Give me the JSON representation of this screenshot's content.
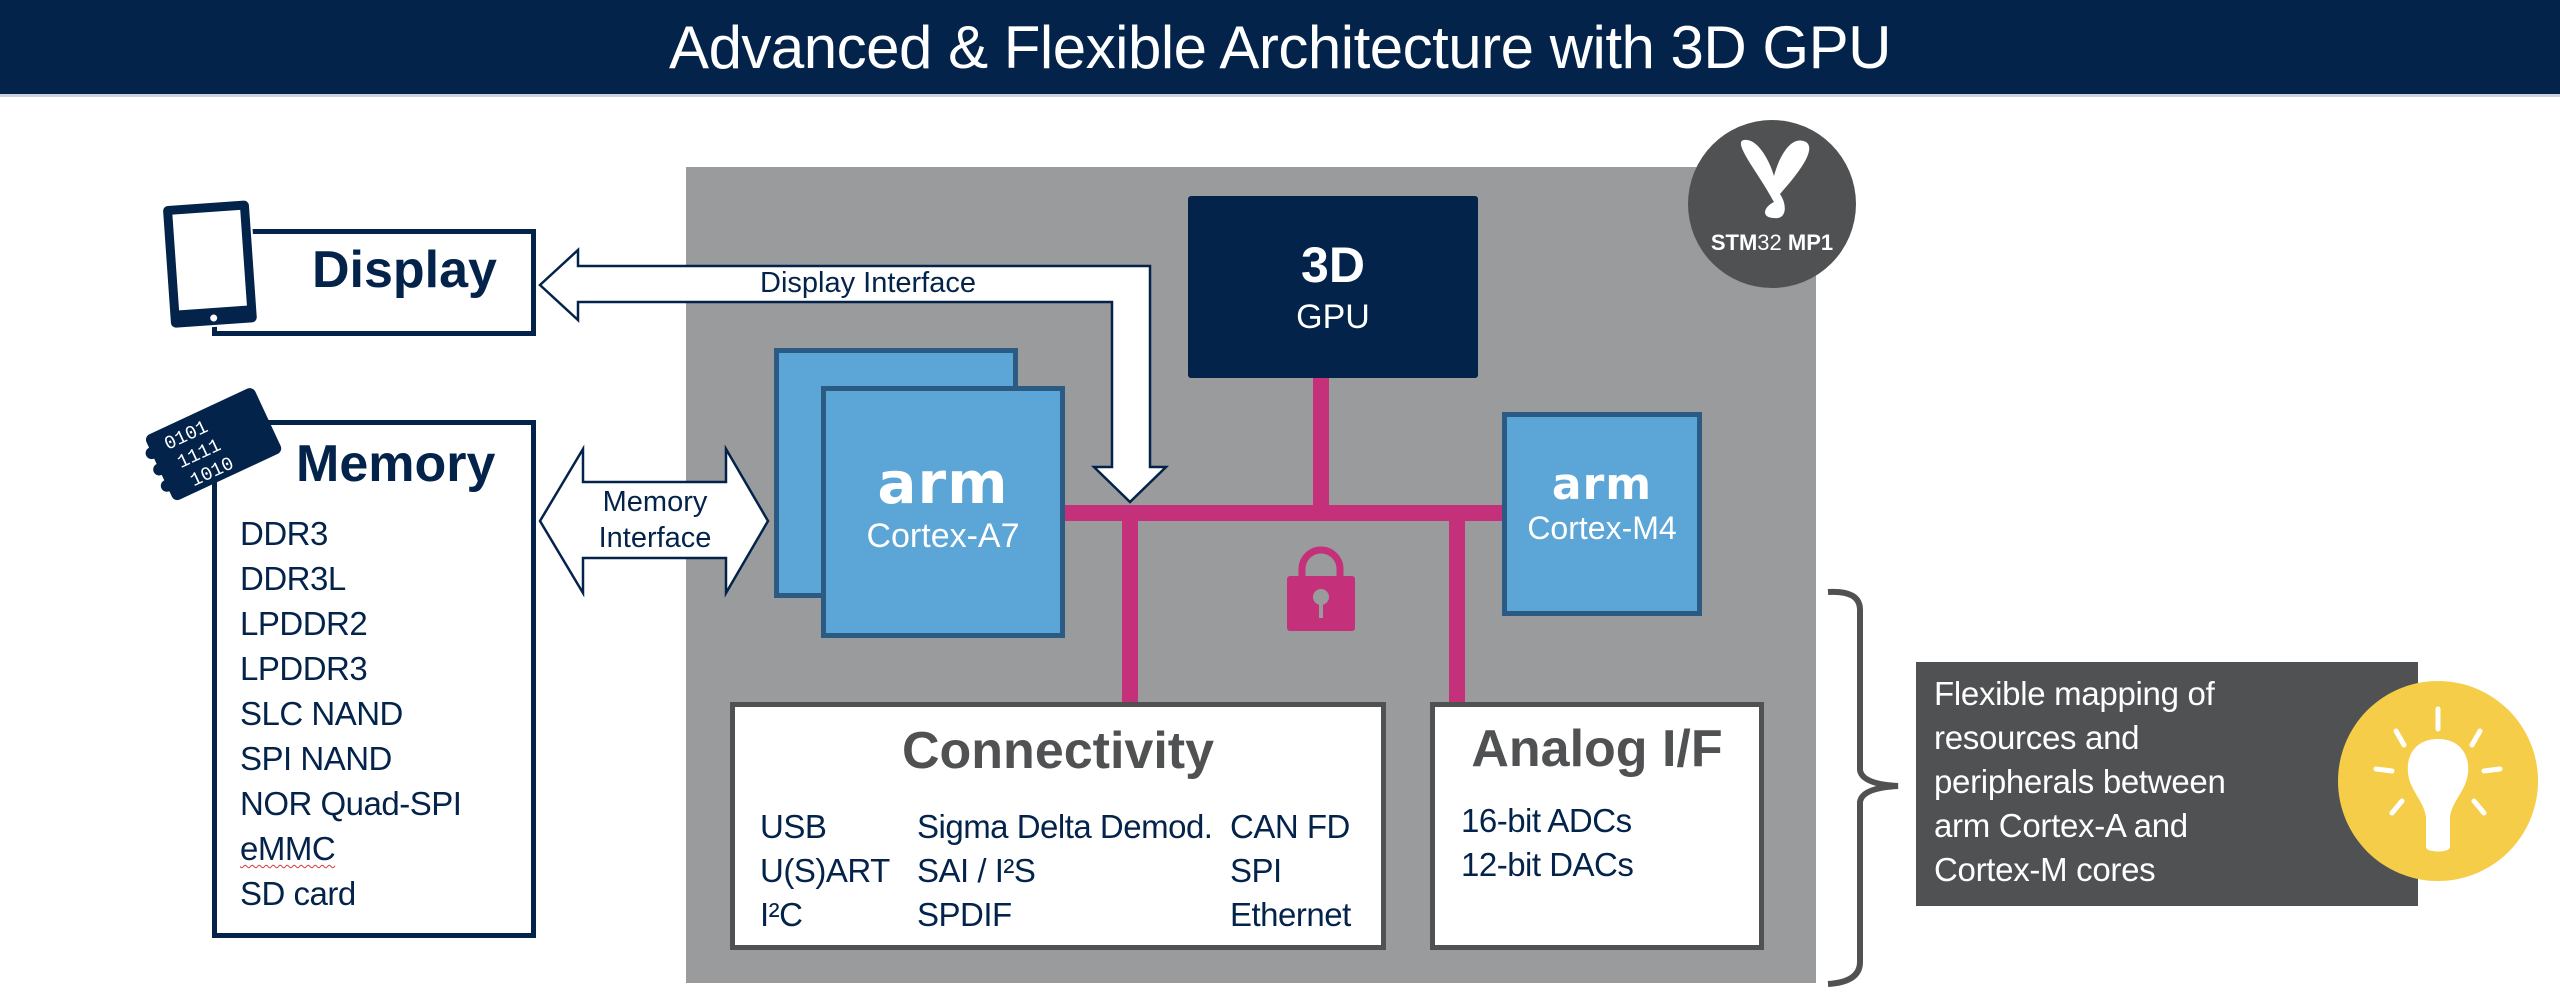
{
  "title": "Advanced & Flexible Architecture with 3D GPU",
  "colors": {
    "title_bar": "#03234b",
    "navy": "#03234b",
    "soc_background": "#9a9b9d",
    "core_blue": "#5ba5d7",
    "core_border": "#2b5b82",
    "bus_magenta": "#c4307a",
    "dark_gray": "#505153",
    "bulb_yellow": "#f5cd48"
  },
  "display": {
    "label": "Display",
    "icon": "tablet-icon"
  },
  "memory": {
    "label": "Memory",
    "icon": "memory-chip-icon",
    "items": [
      "DDR3",
      "DDR3L",
      "LPDDR2",
      "LPDDR3",
      "SLC NAND",
      "SPI NAND",
      "NOR Quad-SPI",
      "eMMC",
      "SD card"
    ]
  },
  "interfaces": {
    "display_interface": "Display Interface",
    "memory_interface_line1": "Memory",
    "memory_interface_line2": "Interface"
  },
  "gpu": {
    "line1": "3D",
    "line2": "GPU"
  },
  "cores": {
    "a7": {
      "brand": "arm",
      "name": "Cortex-A7"
    },
    "m4": {
      "brand": "arm",
      "name": "Cortex-M4"
    }
  },
  "security_icon": "lock-icon",
  "connectivity": {
    "title": "Connectivity",
    "columns": [
      [
        "USB",
        "U(S)ART",
        "I²C"
      ],
      [
        "Sigma Delta Demod.",
        "SAI / I²S",
        "SPDIF"
      ],
      [
        "CAN FD",
        "SPI",
        "Ethernet"
      ]
    ]
  },
  "analog": {
    "title": "Analog I/F",
    "items": [
      "16-bit ADCs",
      "12-bit DACs"
    ]
  },
  "logo": {
    "icon": "butterfly-icon",
    "text_bold_1": "STM",
    "text_light": "32",
    "text_bold_2": " MP1"
  },
  "callout": {
    "lines": [
      "Flexible mapping of",
      "resources and",
      "peripherals between",
      "arm Cortex-A and",
      "Cortex-M cores"
    ],
    "icon": "lightbulb-icon"
  }
}
